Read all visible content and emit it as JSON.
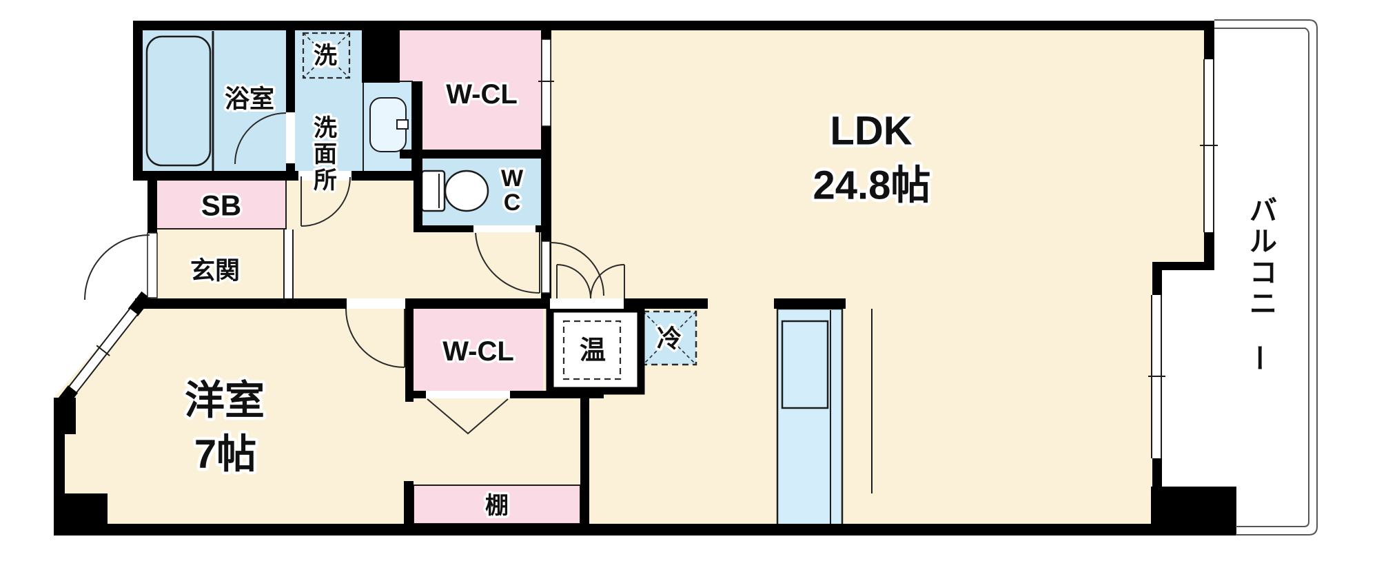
{
  "floorplan": {
    "labels": {
      "bathroom": "浴室",
      "washer": "洗",
      "washroom": "洗面所",
      "closet_top": "W-CL",
      "toilet": "WC",
      "shoe_box": "SB",
      "entrance": "玄関",
      "ldk_name": "LDK",
      "ldk_size": "24.8帖",
      "western_room_name": "洋室",
      "western_room_size": "7帖",
      "closet_bottom": "W-CL",
      "water_heater": "温",
      "refrigerator": "冷",
      "shelf": "棚",
      "balcony": "バルコニー"
    },
    "colors": {
      "floor_cream": "#FAF1D8",
      "room_blue": "#C8E5F4",
      "room_pink": "#F9DAE5",
      "counter_blue": "#D3EEFA",
      "wall_black": "#000000",
      "balcony_white": "#FFFFFF"
    }
  }
}
